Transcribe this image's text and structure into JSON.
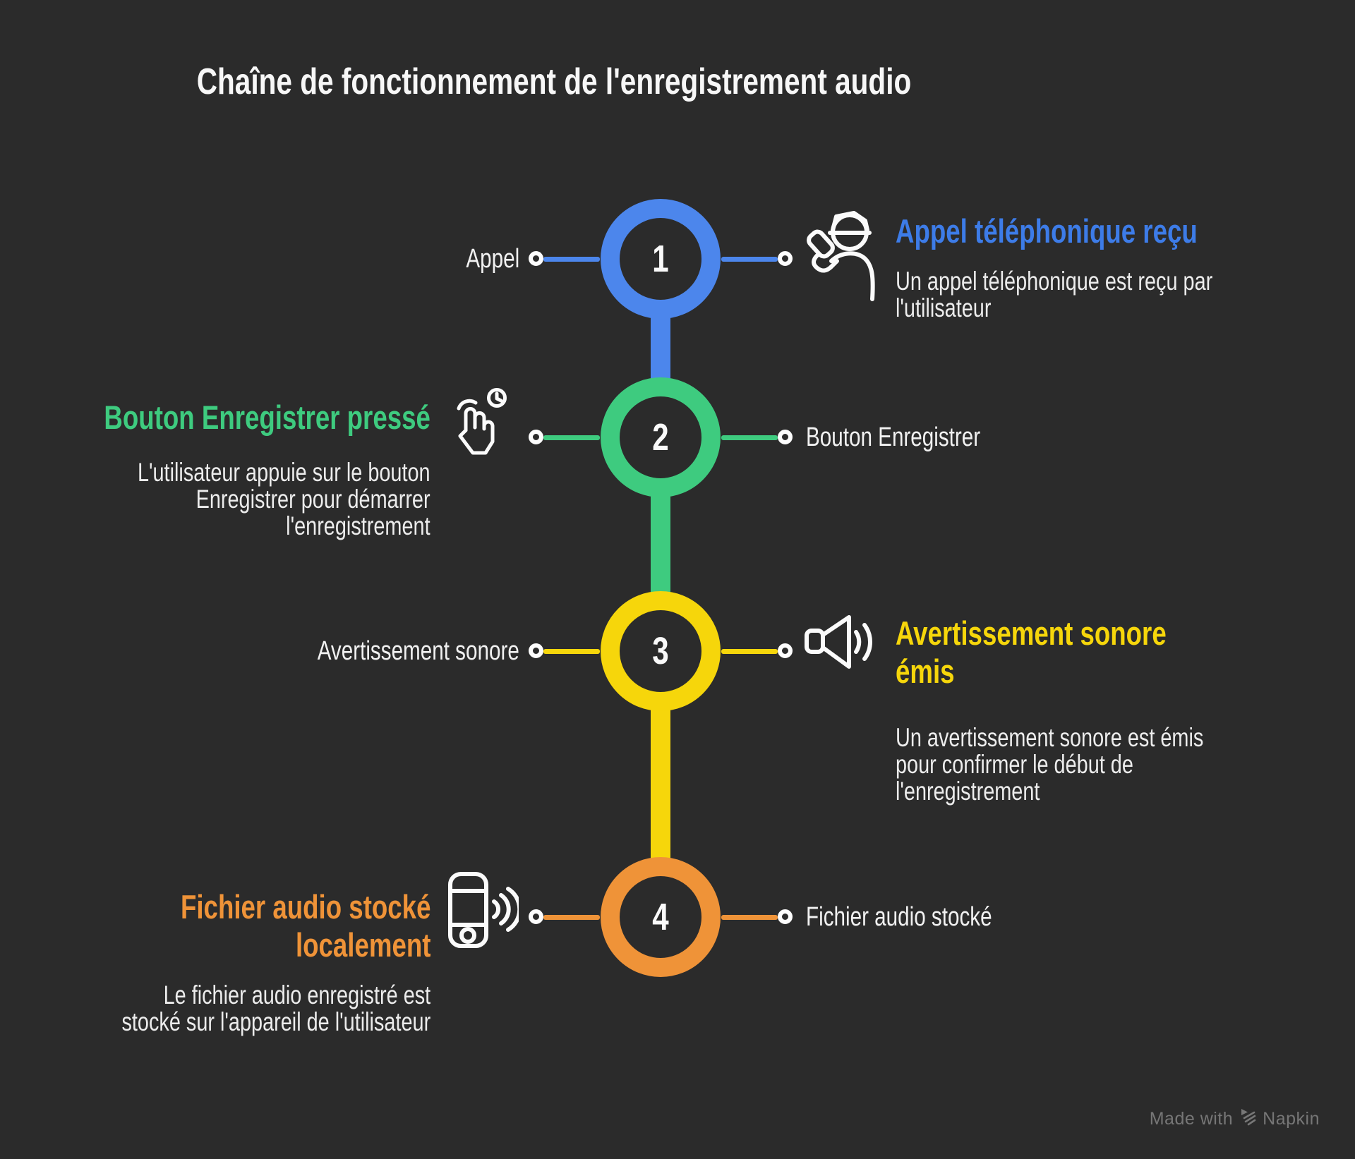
{
  "title": "Chaîne de fonctionnement de l'enregistrement audio",
  "background_color": "#2b2b2b",
  "steps": [
    {
      "number": "1",
      "accent_color": "#4c86ec",
      "heading_color": "#3d7ce8",
      "node_label": "Appel",
      "heading": "Appel téléphonique reçu",
      "description": "Un appel téléphonique est reçu par\nl'utilisateur",
      "icon": "person-on-phone-icon"
    },
    {
      "number": "2",
      "accent_color": "#3ecb7f",
      "heading_color": "#3ecb7f",
      "node_label": "Bouton Enregistrer",
      "heading": "Bouton Enregistrer pressé",
      "description": "L'utilisateur appuie sur le bouton\nEnregistrer pour démarrer\nl'enregistrement",
      "icon": "two-finger-tap-clock-icon"
    },
    {
      "number": "3",
      "accent_color": "#f6d60b",
      "heading_color": "#f6d60b",
      "node_label": "Avertissement sonore",
      "heading": "Avertissement sonore\némis",
      "description": "Un avertissement sonore est émis\npour confirmer le début de\nl'enregistrement",
      "icon": "speaker-sound-waves-icon"
    },
    {
      "number": "4",
      "accent_color": "#ef9338",
      "heading_color": "#ef9338",
      "node_label": "Fichier audio stocké",
      "heading": "Fichier audio stocké\nlocalement",
      "description": "Le fichier audio enregistré est\nstocké sur l'appareil de l'utilisateur",
      "icon": "audio-recorder-waves-icon"
    }
  ],
  "footer": {
    "made_with": "Made with",
    "brand": "Napkin"
  }
}
